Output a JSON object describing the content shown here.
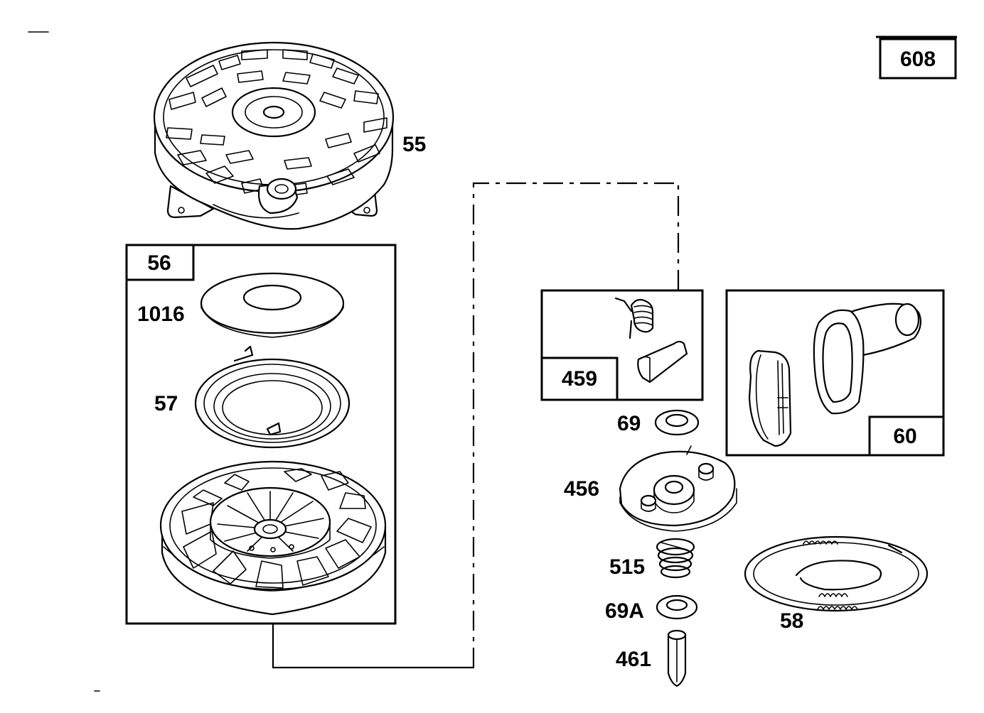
{
  "diagram_id": "608",
  "parts": {
    "p55": "55",
    "p56": "56",
    "p1016": "1016",
    "p57": "57",
    "p459": "459",
    "p60": "60",
    "p69": "69",
    "p456": "456",
    "p515": "515",
    "p69A": "69A",
    "p461": "461",
    "p58": "58"
  }
}
